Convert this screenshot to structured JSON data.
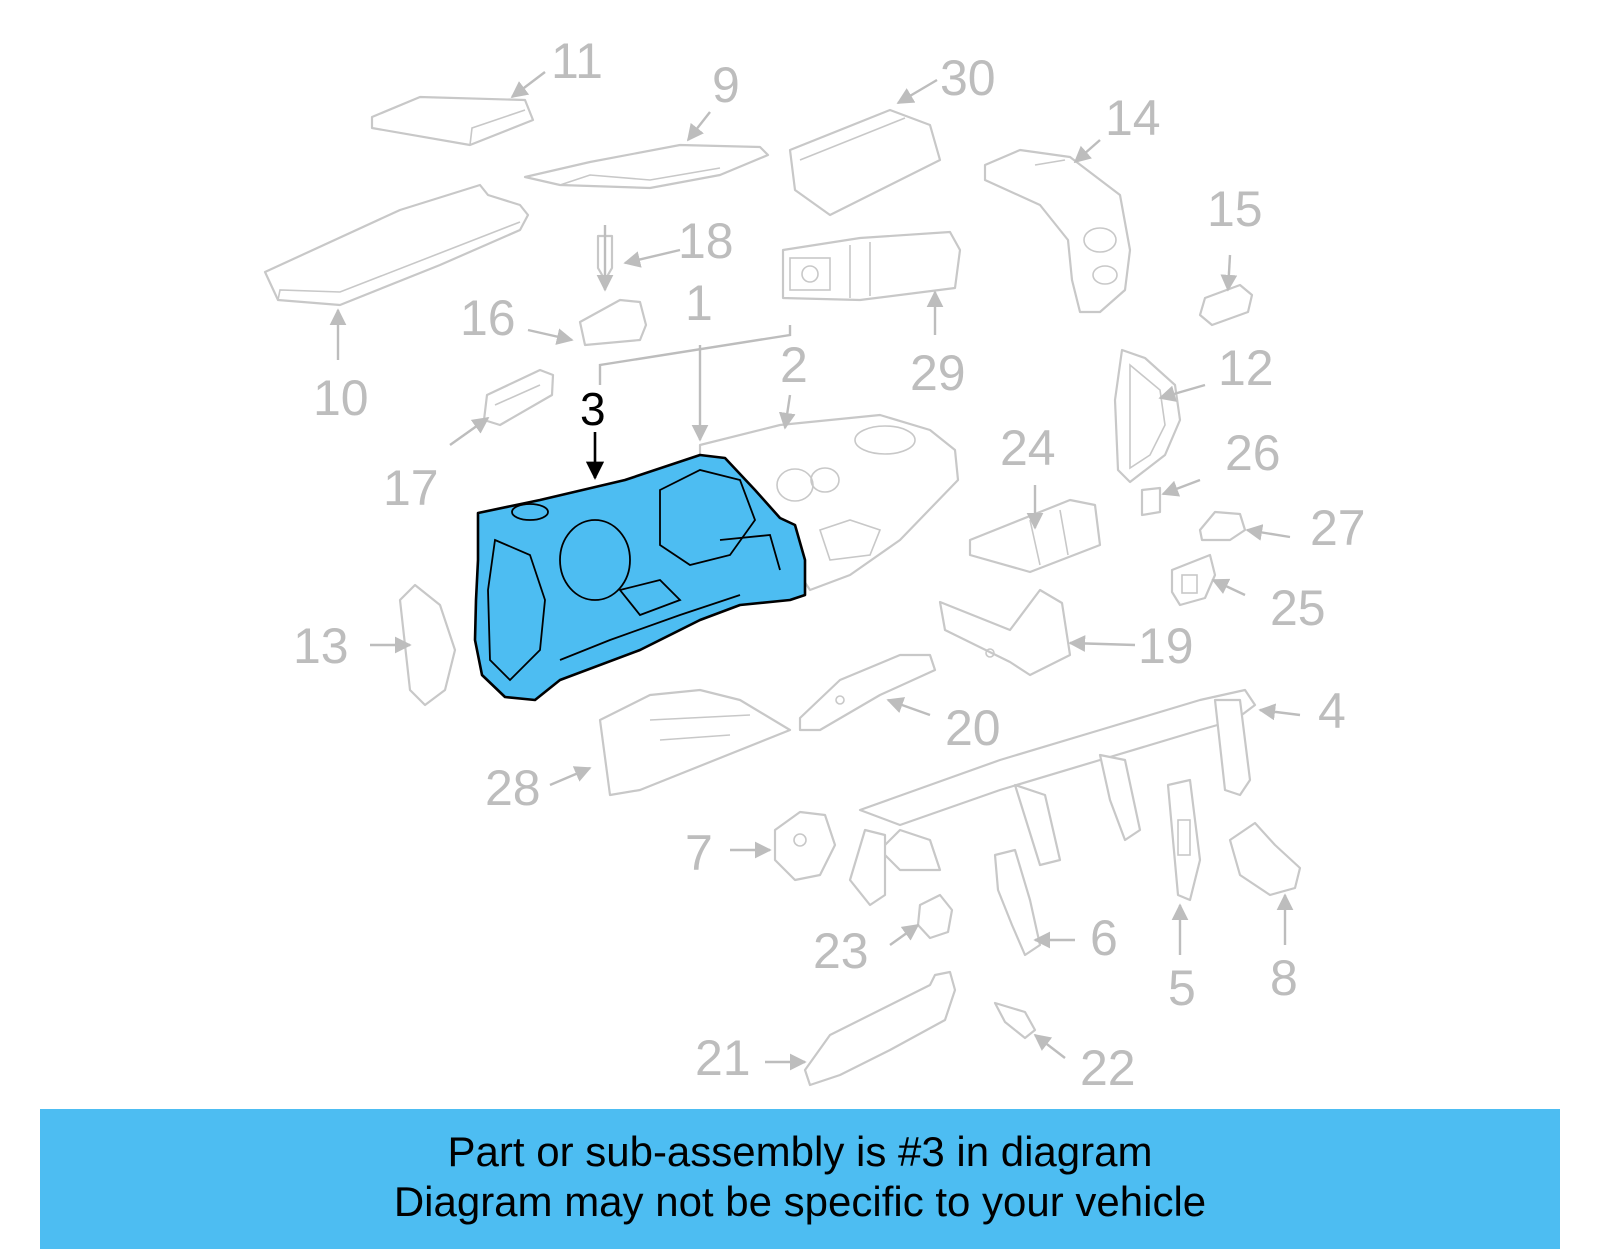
{
  "callouts": {
    "c1": "1",
    "c2": "2",
    "c3": "3",
    "c4": "4",
    "c5": "5",
    "c6": "6",
    "c7": "7",
    "c8": "8",
    "c9": "9",
    "c10": "10",
    "c11": "11",
    "c12": "12",
    "c13": "13",
    "c14": "14",
    "c15": "15",
    "c16": "16",
    "c17": "17",
    "c18": "18",
    "c19": "19",
    "c20": "20",
    "c21": "21",
    "c22": "22",
    "c23": "23",
    "c24": "24",
    "c25": "25",
    "c26": "26",
    "c27": "27",
    "c28": "28",
    "c29": "29",
    "c30": "30"
  },
  "highlighted_part": "3",
  "colors": {
    "highlight": "#4dbdf2",
    "banner": "#4dbdf2",
    "muted_line": "#c8c8c8"
  },
  "banner": {
    "line1": "Part or sub-assembly is #3 in diagram",
    "line2": "Diagram may not be specific to your vehicle"
  }
}
